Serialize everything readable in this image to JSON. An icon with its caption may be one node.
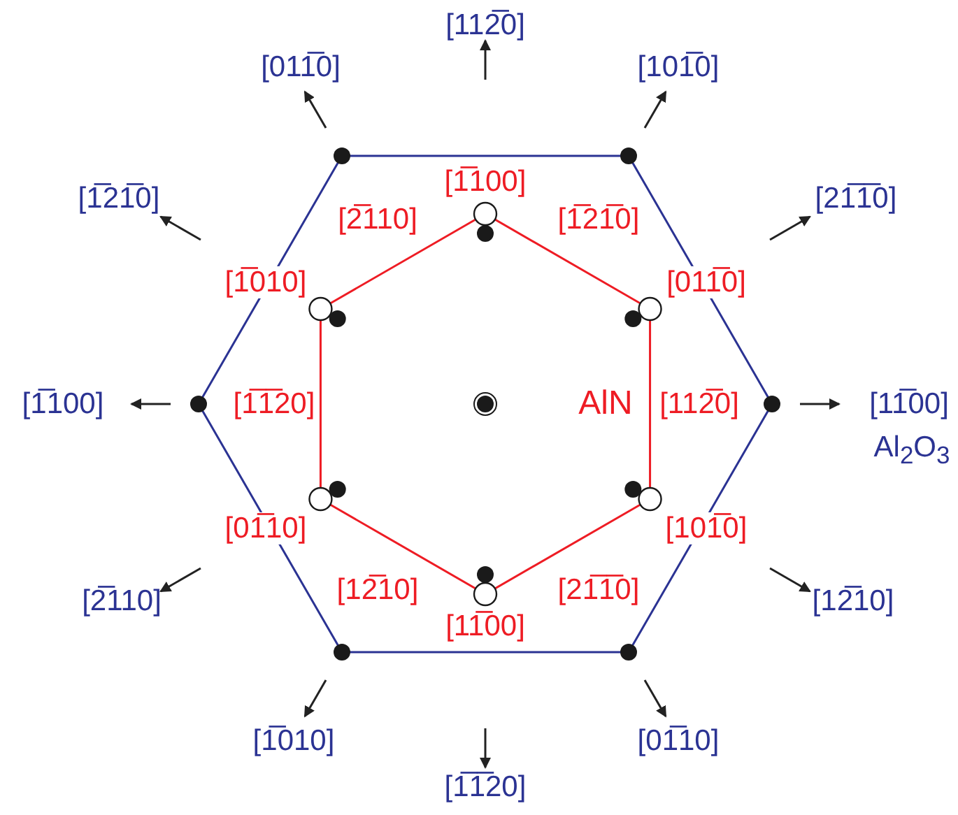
{
  "diagram": {
    "labels": [
      "[112̅0]",
      "[011̅0]",
      "[101̅0]",
      "[1̅21̅0]",
      "[1̅100]",
      "[21̅1̅0]",
      "[2̅110]",
      "[1̅21̅0]",
      "[1̅010]",
      "[011̅0]",
      "[1̅100]",
      "[1̅1̅20]",
      "AlN",
      "[112̅0]",
      "[11̅00]",
      "Al$_{2}$O$_{3}$",
      "[01̅10]",
      "[101̅0]",
      "[2̅110]",
      "[12̅10]",
      "[21̅1̅0]",
      "[12̅10]",
      "[11̅00]",
      "[1̅010]",
      "[01̅10]",
      "[1̅1̅20]"
    ]
  }
}
